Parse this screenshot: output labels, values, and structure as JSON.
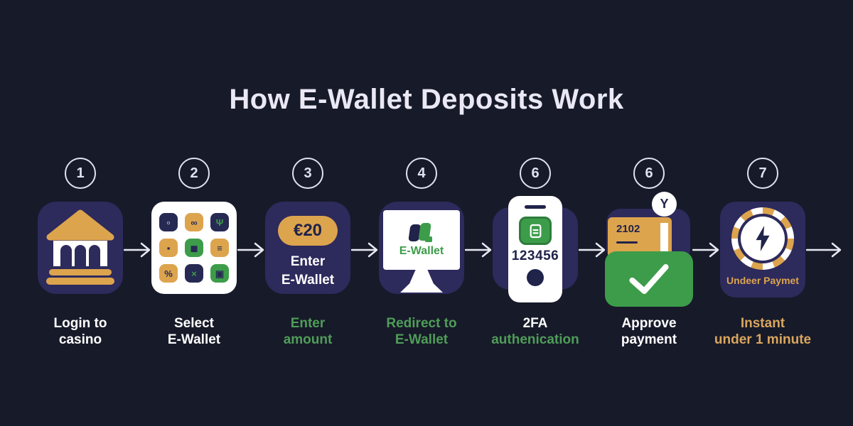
{
  "title": "How E-Wallet Deposits Work",
  "colors": {
    "background": "#171a29",
    "card_purple": "#2d2a5c",
    "gold": "#dda44e",
    "green": "#3d9c4a",
    "navy": "#20234a",
    "caption_green": "#4f9d58",
    "caption_gold": "#d9a65f",
    "title_color": "#e9e8f4",
    "line_white": "#dfe3ee",
    "arrow": "#e8eaf2"
  },
  "steps": [
    {
      "number": "1",
      "icon": "bank-building-icon",
      "caption": {
        "line1": "Login to",
        "line2": "casino"
      }
    },
    {
      "number": "2",
      "icon": "ewallet-app-grid",
      "caption": {
        "line1": "Select",
        "line2": "E-Wallet"
      },
      "grid": [
        {
          "name": "app-tile-square",
          "bg": "#262a52",
          "fg": "#ffffff",
          "glyph": "▫"
        },
        {
          "name": "app-tile-infinity",
          "bg": "#dda44e",
          "fg": "#262a52",
          "glyph": "∞"
        },
        {
          "name": "app-tile-plant",
          "bg": "#262a52",
          "fg": "#3d9c4a",
          "glyph": "Ψ"
        },
        {
          "name": "app-tile-box",
          "bg": "#dda44e",
          "fg": "#262a52",
          "glyph": "▪"
        },
        {
          "name": "app-tile-wallet",
          "bg": "#3d9c4a",
          "fg": "#262a52",
          "glyph": "◼"
        },
        {
          "name": "app-tile-lines",
          "bg": "#dda44e",
          "fg": "#262a52",
          "glyph": "≡"
        },
        {
          "name": "app-tile-percent",
          "bg": "#dda44e",
          "fg": "#262a52",
          "glyph": "%"
        },
        {
          "name": "app-tile-cross",
          "bg": "#262a52",
          "fg": "#3d9c4a",
          "glyph": "×"
        },
        {
          "name": "app-tile-chip",
          "bg": "#3d9c4a",
          "fg": "#262a52",
          "glyph": "▣"
        }
      ]
    },
    {
      "number": "3",
      "icon": "amount-pill",
      "amount": "€20",
      "card_label": {
        "line1": "Enter",
        "line2": "E-Wallet"
      },
      "caption": {
        "line1": "Enter",
        "line2": "amount"
      }
    },
    {
      "number": "4",
      "icon": "monitor-ewallet",
      "logo_text": "E-Wallet",
      "caption": {
        "line1": "Redirect to",
        "line2": "E-Wallet"
      }
    },
    {
      "number": "6",
      "icon": "phone-2fa",
      "code": "123456",
      "caption": {
        "line1": "2FA",
        "line2": "authenication"
      }
    },
    {
      "number": "6",
      "icon": "approve-checkmark",
      "card_number": "2102",
      "terminal_glyph": "Y",
      "caption": {
        "line1": "Approve",
        "line2": "payment"
      }
    },
    {
      "number": "7",
      "icon": "casino-chip-bolt",
      "chip_label": "Undeer Paymet",
      "caption": {
        "line1": "Instant",
        "line2": "under 1 minute"
      }
    }
  ]
}
